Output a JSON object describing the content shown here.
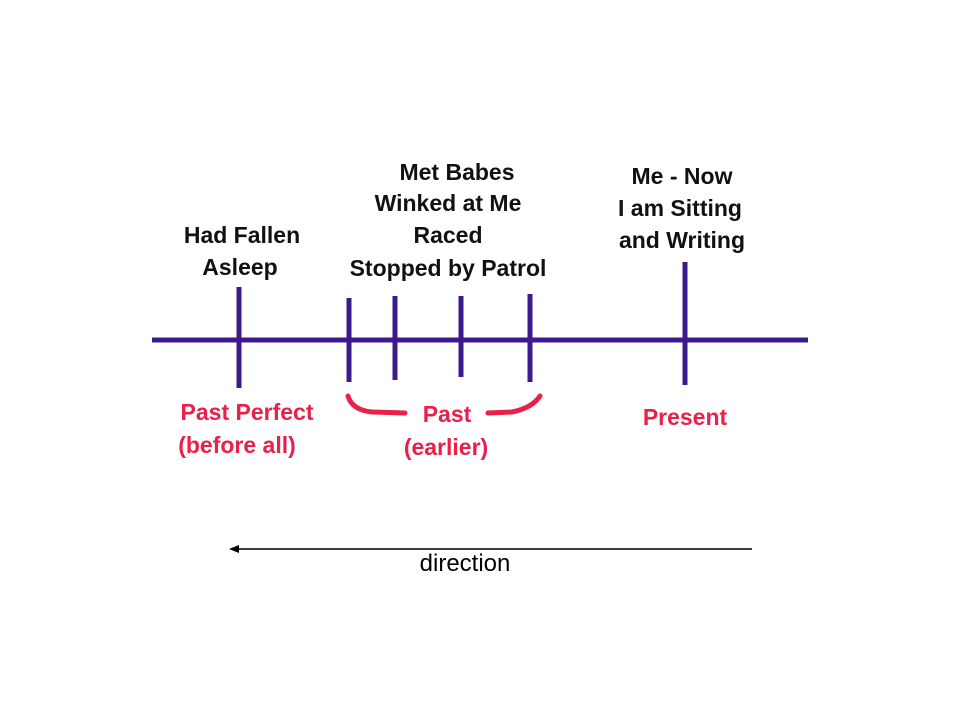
{
  "colors": {
    "timeline": "#3d1a8c",
    "tense_labels": "#e8204a",
    "event_labels": "#111111",
    "direction_arrow": "#000000"
  },
  "events": {
    "past_perfect": [
      "Had Fallen",
      "Asleep"
    ],
    "past": [
      "Met Babes",
      "Winked at Me",
      "Raced",
      "Stopped by Patrol"
    ],
    "present": [
      "Me - Now",
      "I am Sitting",
      "and  Writing"
    ]
  },
  "tenses": {
    "past_perfect": [
      "Past Perfect",
      "(before all)"
    ],
    "past": [
      "Past",
      "(earlier)"
    ],
    "present": "Present"
  },
  "direction_label": "direction"
}
